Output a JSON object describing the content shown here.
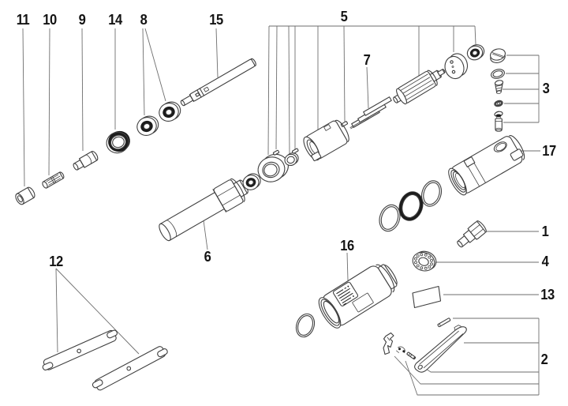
{
  "diagram": {
    "type": "exploded-parts-diagram",
    "background": "#ffffff",
    "colors": {
      "line": "#3f3f3f",
      "leader": "#6e6e6e",
      "dark_fill": "#1c1c1c",
      "label_text": "#141414"
    },
    "labels": {
      "n1": "1",
      "n2": "2",
      "n3": "3",
      "n4": "4",
      "n5": "5",
      "n6": "6",
      "n7": "7",
      "n8": "8",
      "n9": "9",
      "n10": "10",
      "n11": "11",
      "n12": "12",
      "n13": "13",
      "n14": "14",
      "n15": "15",
      "n16": "16",
      "n17": "17"
    }
  }
}
